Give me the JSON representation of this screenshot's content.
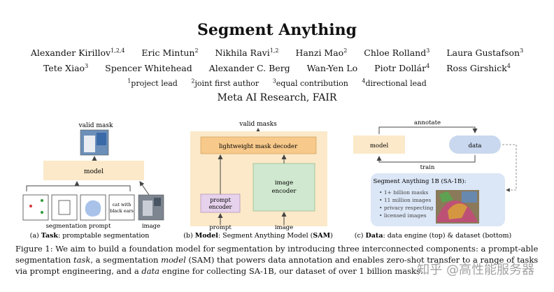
{
  "paper": {
    "title": "Segment Anything",
    "authors_row1": [
      {
        "name": "Alexander Kirillov",
        "sup": "1,2,4"
      },
      {
        "name": "Eric Mintun",
        "sup": "2"
      },
      {
        "name": "Nikhila Ravi",
        "sup": "1,2"
      },
      {
        "name": "Hanzi Mao",
        "sup": "2"
      },
      {
        "name": "Chloe Rolland",
        "sup": "3"
      },
      {
        "name": "Laura Gustafson",
        "sup": "3"
      }
    ],
    "authors_row2": [
      {
        "name": "Tete Xiao",
        "sup": "3"
      },
      {
        "name": "Spencer Whitehead",
        "sup": ""
      },
      {
        "name": "Alexander C. Berg",
        "sup": ""
      },
      {
        "name": "Wan-Yen Lo",
        "sup": ""
      },
      {
        "name": "Piotr Dollár",
        "sup": "4"
      },
      {
        "name": "Ross Girshick",
        "sup": "4"
      }
    ],
    "notes": [
      {
        "sup": "1",
        "text": "project lead"
      },
      {
        "sup": "2",
        "text": "joint first author"
      },
      {
        "sup": "3",
        "text": "equal contribution"
      },
      {
        "sup": "4",
        "text": "directional lead"
      }
    ],
    "affiliation": "Meta AI Research, FAIR"
  },
  "figure": {
    "a": {
      "valid_mask": "valid mask",
      "model": "model",
      "prompt_box_text_1": "cat with",
      "prompt_box_text_2": "black ears",
      "segmentation_prompt": "segmentation prompt",
      "image": "image",
      "caption_prefix": "(a) ",
      "caption_bold": "Task",
      "caption_rest": ": promptable segmentation"
    },
    "b": {
      "valid_masks": "valid masks",
      "decoder": "lightweight mask decoder",
      "image_encoder_1": "image",
      "image_encoder_2": "encoder",
      "prompt_encoder_1": "prompt",
      "prompt_encoder_2": "encoder",
      "prompt": "prompt",
      "image": "image",
      "caption_prefix": "(b) ",
      "caption_bold": "Model",
      "caption_mid": ": Segment Anything Model (",
      "caption_bold2": "SAM",
      "caption_end": ")"
    },
    "c": {
      "annotate": "annotate",
      "model": "model",
      "data": "data",
      "train": "train",
      "dataset_title": "Segment Anything 1B (SA-1B):",
      "bullets": [
        "1+ billion masks",
        "11 million images",
        "privacy respecting",
        "licensed images"
      ],
      "caption_prefix": "(c) ",
      "caption_bold": "Data",
      "caption_rest": ": data engine (top) & dataset (bottom)"
    }
  },
  "caption": {
    "label": "Figure 1:",
    "part1": " We aim to build a foundation model for segmentation by introducing three interconnected components: a prompt-able segmentation ",
    "task": "task",
    "part2": ", a segmentation ",
    "model": "model",
    "part3": " (SAM) that powers data annotation and enables zero-shot transfer to a range of tasks via prompt engineering, and a ",
    "data": "data",
    "part4": " engine for collecting SA-1B, our dataset of over 1 billion masks."
  },
  "watermark": "知乎 @高性能服务器",
  "colors": {
    "model_fill": "#fbe9c9",
    "decoder_fill": "#f7c98a",
    "image_encoder_fill": "#cfe8cf",
    "prompt_encoder_fill": "#e6d2ec",
    "data_fill": "#c9d8ee",
    "dataset_fill": "#dbe6f6"
  }
}
